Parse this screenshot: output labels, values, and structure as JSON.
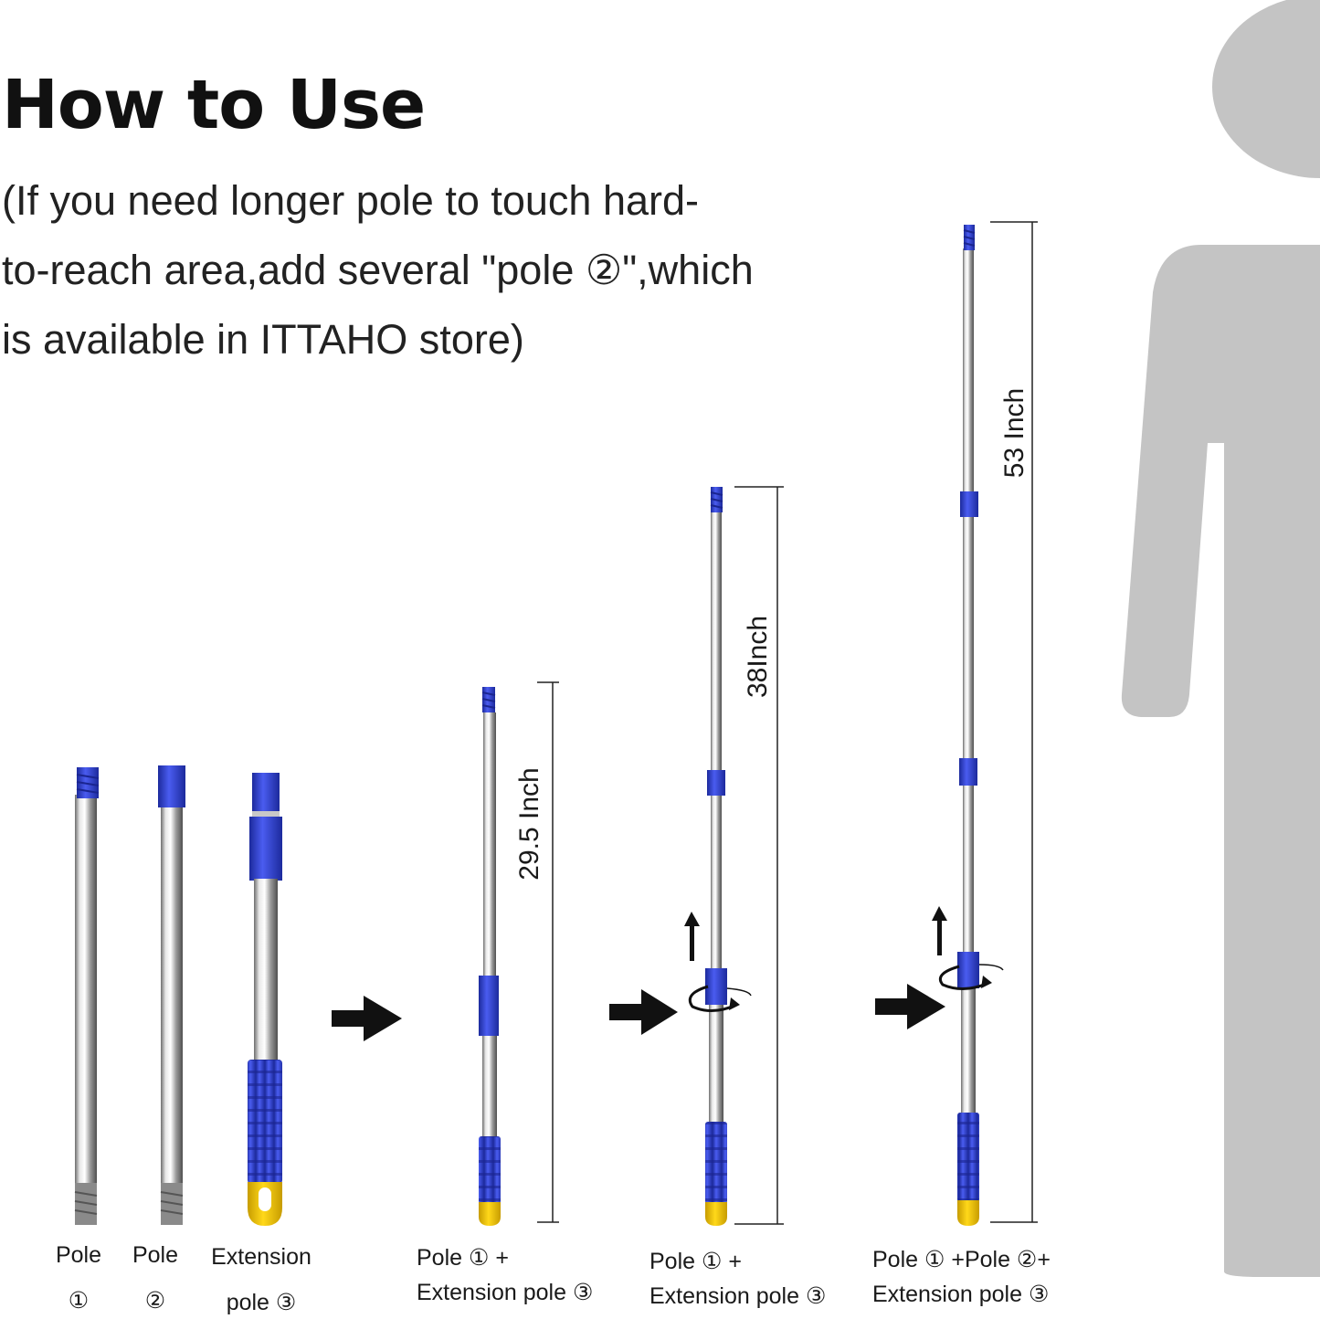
{
  "heading": {
    "title": "How to Use",
    "subtitle_lines": [
      "(If you need longer pole to touch hard-",
      "to-reach area,add several \"pole ②\",which",
      "is available in ITTAHO store)"
    ]
  },
  "parts": [
    {
      "line1": "Pole",
      "line2": "①"
    },
    {
      "line1": "Pole",
      "line2": "②"
    },
    {
      "line1": "Extension",
      "line2": "pole ③"
    }
  ],
  "assemblies": [
    {
      "line1": "Pole ① +",
      "line2": "Extension pole ③",
      "length": "29.5 Inch"
    },
    {
      "line1": "Pole ① +",
      "line2": "Extension pole ③",
      "length": "38Inch"
    },
    {
      "line1": "Pole ① +Pole ②+",
      "line2": "Extension pole ③",
      "length": "53 Inch"
    }
  ],
  "colors": {
    "pole_blue": "#2f3fc8",
    "tip_yellow": "#f2c500",
    "silhouette": "#c4c4c4"
  }
}
